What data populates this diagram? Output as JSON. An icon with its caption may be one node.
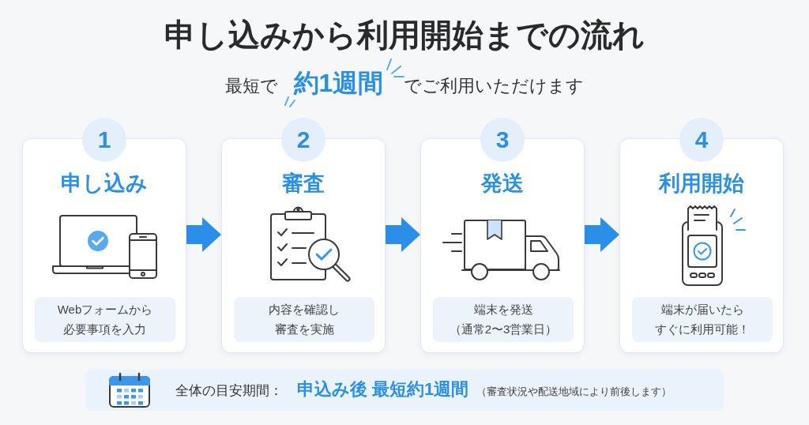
{
  "diagram": {
    "title": "申し込みから利用開始までの流れ",
    "nodes": [
      {
        "text": [
          "1"
        ]
      },
      {
        "text": [
          "申し込み"
        ]
      },
      {
        "text": [
          "Webフォームから必要事項を入力"
        ],
        "in": 1
      },
      {
        "text": [
          "2"
        ]
      },
      {
        "text": [
          "審査"
        ]
      },
      {
        "text": [
          "内容を確認し審査を実施"
        ],
        "in": 4
      },
      {
        "text": [
          "3"
        ]
      },
      {
        "text": [
          "発送"
        ]
      },
      {
        "text": [
          "端末を発送（通常2〜3営業日）"
        ],
        "in": 7
      },
      {
        "text": [
          "4"
        ]
      },
      {
        "text": [
          "利用開始"
        ]
      },
      {
        "text": [
          "端末が届いたらすぐに利用可能！"
        ],
        "in": 10
      },
      {
        "text": [
          "全体の目安期間：",
          "申込み後 最短約1週間",
          "（審査状況や配送地域により前後します）"
        ]
      }
    ],
    "edges": [
      {
        "from": 1,
        "to": 4,
        "arrow": "to"
      },
      {
        "from": 4,
        "to": 7,
        "arrow": "to"
      },
      {
        "from": 7,
        "to": 10,
        "arrow": "to"
      }
    ],
    "labels": [
      "最短で**約1週間**でご利用いただけます"
    ]
  }
}
